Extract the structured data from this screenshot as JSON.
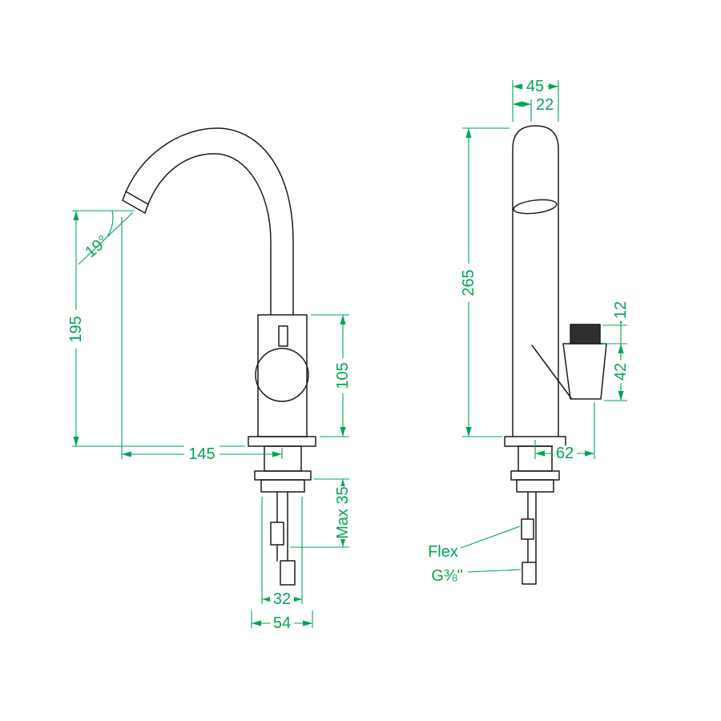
{
  "colors": {
    "outline": "#1c1c1c",
    "dimension": "#00a651",
    "background": "#ffffff",
    "knurl": "#2f2f2f"
  },
  "front_view": {
    "dims": {
      "spout_height": "195",
      "spout_angle": "19°",
      "body_height": "105",
      "spout_reach": "145",
      "max_deck_thickness": "Max 35",
      "shank_diameter": "32",
      "base_diameter": "54"
    }
  },
  "side_view": {
    "dims": {
      "top_diameter": "45",
      "spout_tube_diameter": "22",
      "total_height": "265",
      "knurl_height": "12",
      "handle_height": "42",
      "base_depth": "62"
    },
    "labels": {
      "flex": "Flex",
      "thread_size": "G⅜\""
    }
  }
}
